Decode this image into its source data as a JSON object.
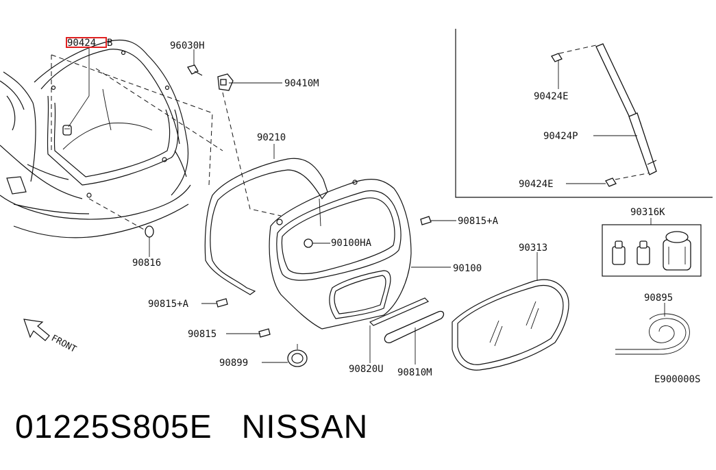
{
  "labels": {
    "l90424b": "90424",
    "l90424b_suffix": "B",
    "l96030h": "96030H",
    "l90410m": "90410M",
    "l90210": "90210",
    "l90100ha": "90100HA",
    "l90100": "90100",
    "l90816": "90816",
    "l90815a_left": "90815+A",
    "l90815a_right": "90815+A",
    "l90815": "90815",
    "l90899": "90899",
    "l90820u": "90820U",
    "l90810m": "90810M",
    "l90313": "90313",
    "l90424e_top": "90424E",
    "l90424p": "90424P",
    "l90424e_bottom": "90424E",
    "l90316k": "90316K",
    "l90895": "90895",
    "front": "FRONT",
    "diagram_code": "E900000S"
  },
  "footer": {
    "part_number": "01225S805E",
    "brand": "NISSAN"
  },
  "colors": {
    "highlight": "#e02020"
  }
}
